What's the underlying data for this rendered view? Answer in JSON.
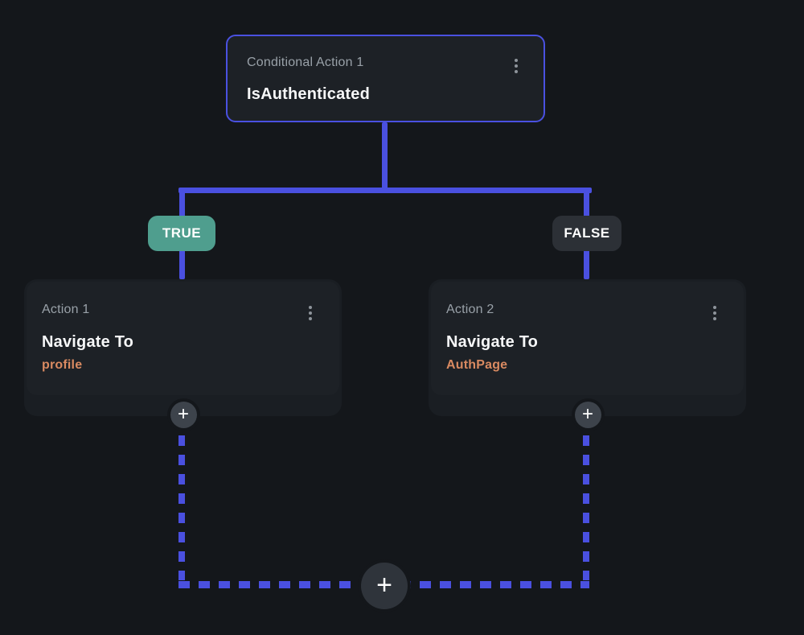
{
  "theme": {
    "background": "#14171b",
    "card_bg": "#1d2126",
    "card_wrapper_bg": "#1a1e23",
    "connector_blue": "#4a50e0",
    "selected_border": "#4a51e1",
    "true_badge_bg": "#4f9e8e",
    "false_badge_bg": "#2c3036",
    "target_orange": "#d98a61",
    "label_gray": "#99a1a8"
  },
  "condition_node": {
    "title": "Conditional Action 1",
    "condition": "IsAuthenticated"
  },
  "branches": {
    "true_label": "TRUE",
    "false_label": "FALSE"
  },
  "action_nodes": [
    {
      "title": "Action 1",
      "action": "Navigate To",
      "target": "profile"
    },
    {
      "title": "Action 2",
      "action": "Navigate To",
      "target": "AuthPage"
    }
  ],
  "buttons": {
    "add_action_glyph": "+"
  },
  "icons": {
    "menu": "kebab-menu-icon",
    "add": "plus-icon"
  }
}
